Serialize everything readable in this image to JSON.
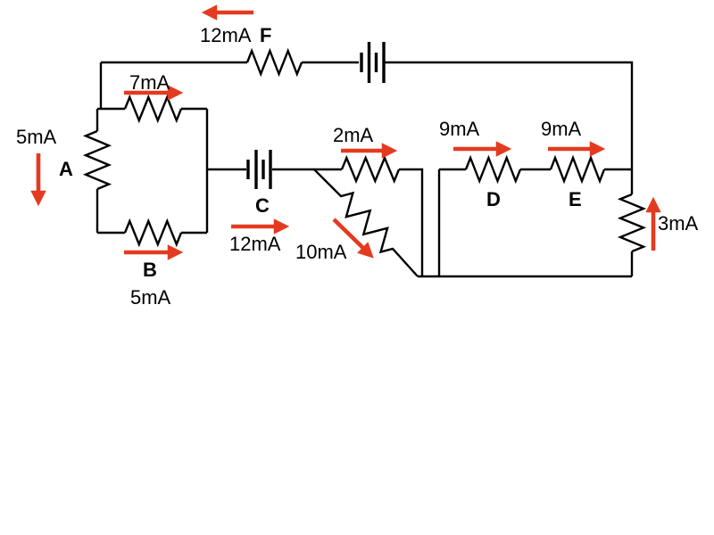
{
  "diagram": {
    "type": "circuit-current-diagram",
    "background": "#ffffff",
    "wire_color": "#000000",
    "current_color": "#e43a20"
  },
  "texts": {
    "top_current": "12mA",
    "f": "F",
    "r_top_current": "7mA",
    "a_current": "5mA",
    "a": "A",
    "b": "B",
    "b_current": "5mA",
    "c": "C",
    "c_current": "12mA",
    "diag_current": "10mA",
    "r2_current": "2mA",
    "d_current": "9mA",
    "d": "D",
    "e_current": "9mA",
    "e": "E",
    "r3_current": "3mA"
  },
  "components": [
    {
      "id": "F",
      "type": "resistor",
      "current": "12mA",
      "arrow_direction": "left"
    },
    {
      "id": "top-battery",
      "type": "battery",
      "current": "",
      "arrow_direction": ""
    },
    {
      "id": "top-loop-resistor",
      "type": "resistor",
      "current": "7mA",
      "arrow_direction": "right"
    },
    {
      "id": "A",
      "type": "resistor",
      "current": "5mA",
      "arrow_direction": "down"
    },
    {
      "id": "B",
      "type": "resistor",
      "current": "5mA",
      "arrow_direction": "right"
    },
    {
      "id": "C",
      "type": "battery",
      "current": "12mA",
      "arrow_direction": "right"
    },
    {
      "id": "2mA-resistor",
      "type": "resistor",
      "current": "2mA",
      "arrow_direction": "right"
    },
    {
      "id": "10mA-resistor",
      "type": "resistor",
      "current": "10mA",
      "arrow_direction": "down-right"
    },
    {
      "id": "D",
      "type": "resistor",
      "current": "9mA",
      "arrow_direction": "right"
    },
    {
      "id": "E",
      "type": "resistor",
      "current": "9mA",
      "arrow_direction": "right"
    },
    {
      "id": "3mA-resistor",
      "type": "resistor",
      "current": "3mA",
      "arrow_direction": "up"
    }
  ]
}
